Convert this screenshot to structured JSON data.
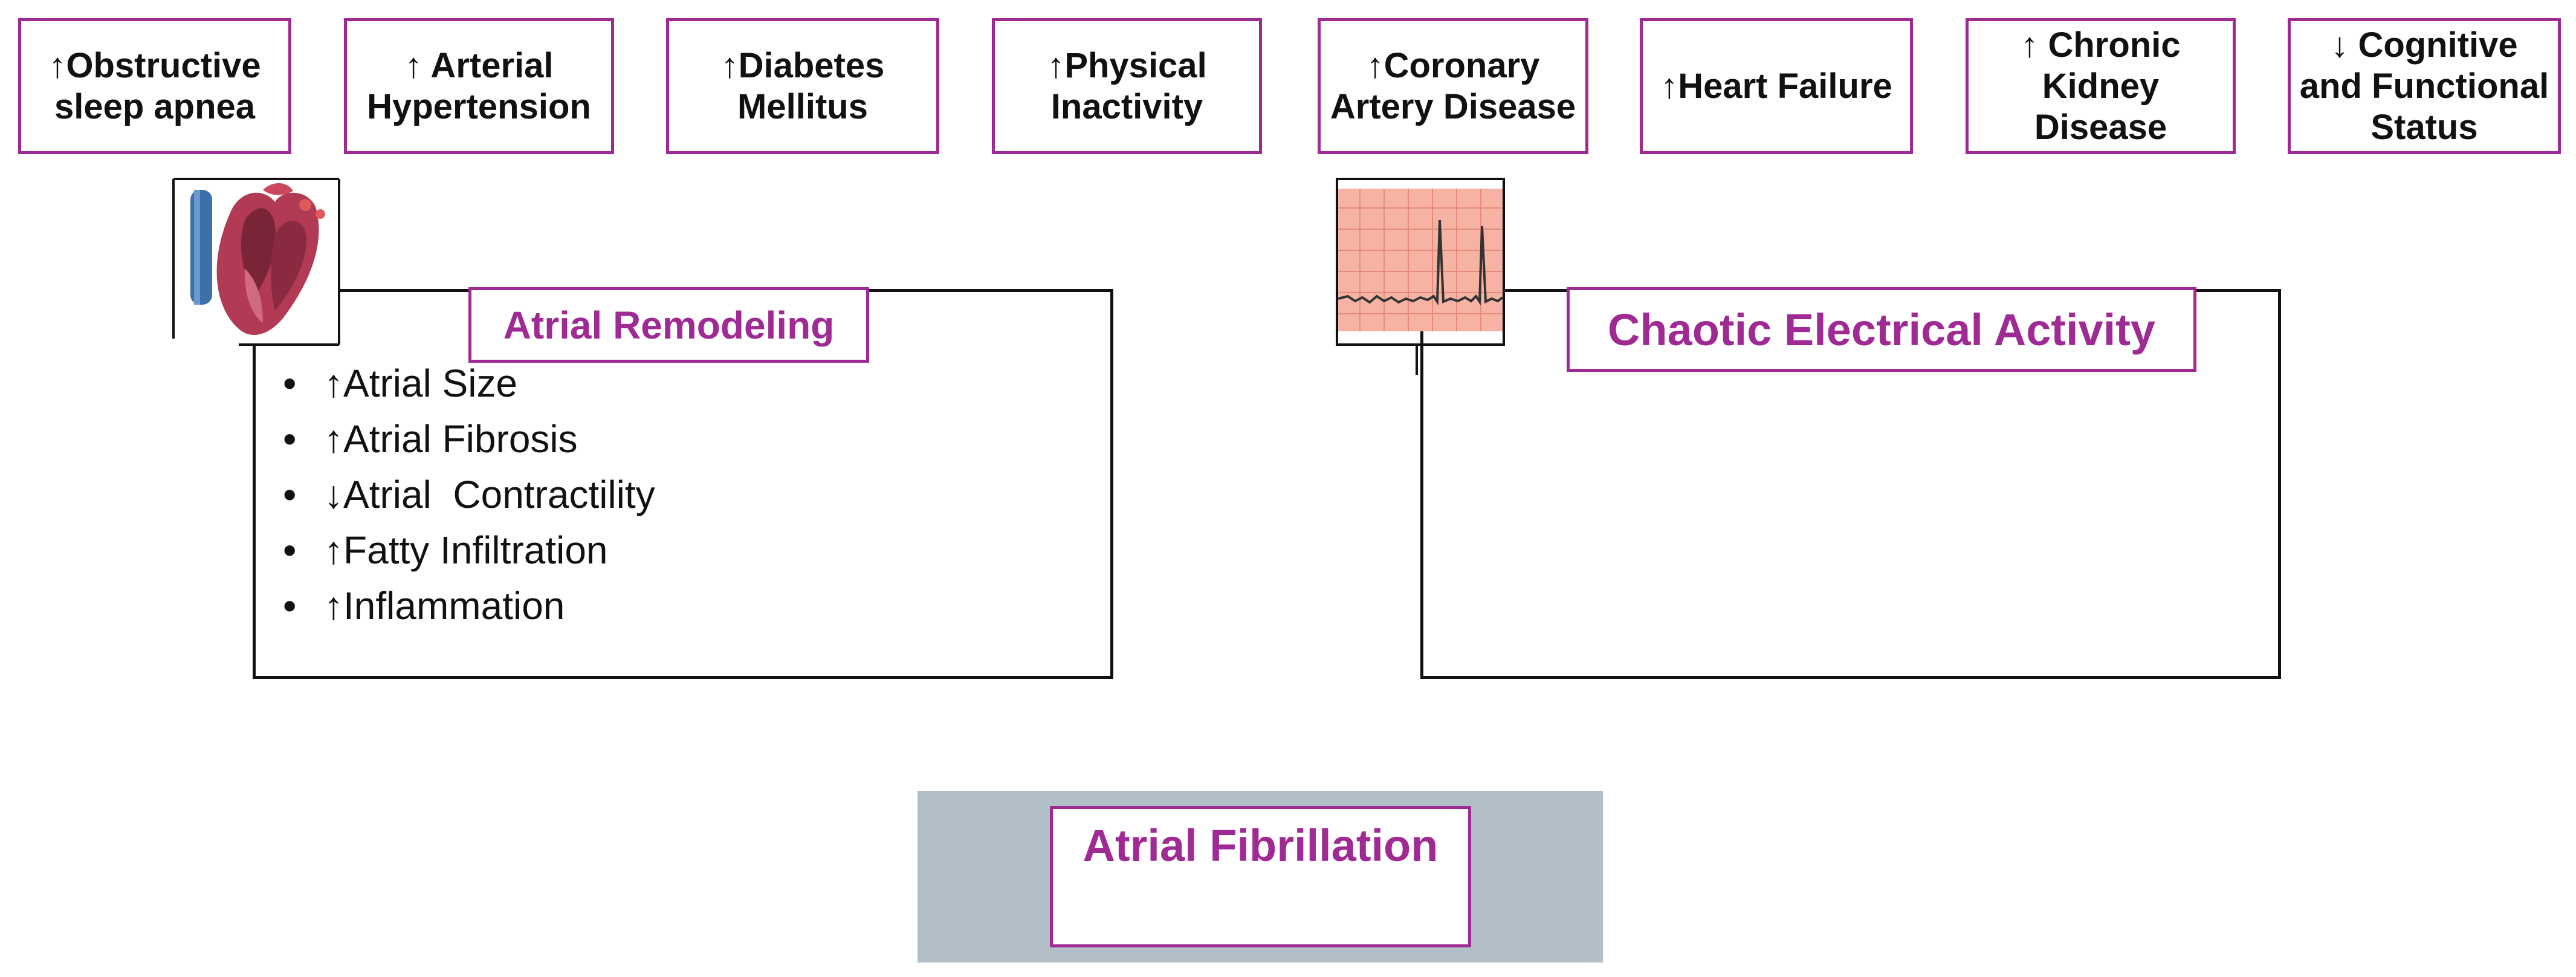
{
  "colors": {
    "accent": "#a02a93",
    "af_background": "#b2bfc8",
    "border": "#111111"
  },
  "risk_factors": [
    {
      "label": "↑Obstructive\nsleep apnea"
    },
    {
      "label": "↑ Arterial\nHypertension"
    },
    {
      "label": "↑Diabetes\nMellitus"
    },
    {
      "label": "↑Physical\nInactivity"
    },
    {
      "label": "↑Coronary\nArtery Disease"
    },
    {
      "label": "↑Heart Failure"
    },
    {
      "label": "↑ Chronic\nKidney\nDisease"
    },
    {
      "label": "↓ Cognitive\nand Functional\nStatus"
    }
  ],
  "remodeling": {
    "title": "Atrial Remodeling",
    "icon": "heart-anatomy-icon",
    "items": [
      "↑Atrial Size",
      "↑Atrial Fibrosis",
      "↓Atrial  Contractility",
      "↑Fatty Infiltration",
      "↑Inflammation"
    ]
  },
  "electrical": {
    "title": "Chaotic Electrical Activity",
    "icon": "ecg-strip-icon"
  },
  "outcome": {
    "title": "Atrial Fibrillation"
  }
}
